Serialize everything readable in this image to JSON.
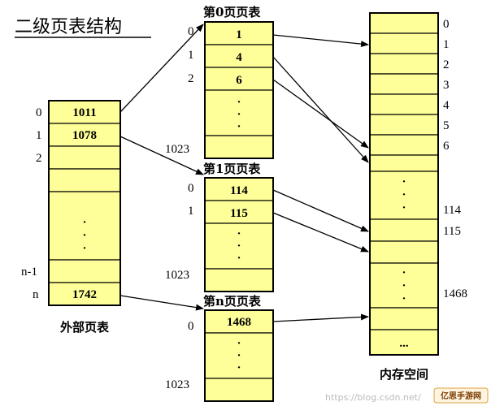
{
  "title": "二级页表结构",
  "outer_table": {
    "caption": "外部页表",
    "indices": [
      "0",
      "1",
      "2",
      "n-1",
      "n"
    ],
    "values": [
      "1011",
      "1078",
      "1742"
    ]
  },
  "page_tables": [
    {
      "title": "第0页页表",
      "indices": [
        "0",
        "1",
        "2",
        "1023"
      ],
      "values": [
        "1",
        "4",
        "6"
      ]
    },
    {
      "title": "第1页页表",
      "indices": [
        "0",
        "1",
        "1023"
      ],
      "values": [
        "114",
        "115"
      ]
    },
    {
      "title": "第n页页表",
      "indices": [
        "0",
        "1023"
      ],
      "values": [
        "1468"
      ]
    }
  ],
  "memory": {
    "caption": "内存空间",
    "indices": [
      "0",
      "1",
      "2",
      "3",
      "4",
      "5",
      "6",
      "114",
      "115",
      "1468"
    ],
    "ellipsis": "..."
  },
  "watermark": "https://blog.csdn.net/",
  "badge": "亿思手游网",
  "colors": {
    "cell_fill": "#ffff99",
    "line": "#000000"
  }
}
